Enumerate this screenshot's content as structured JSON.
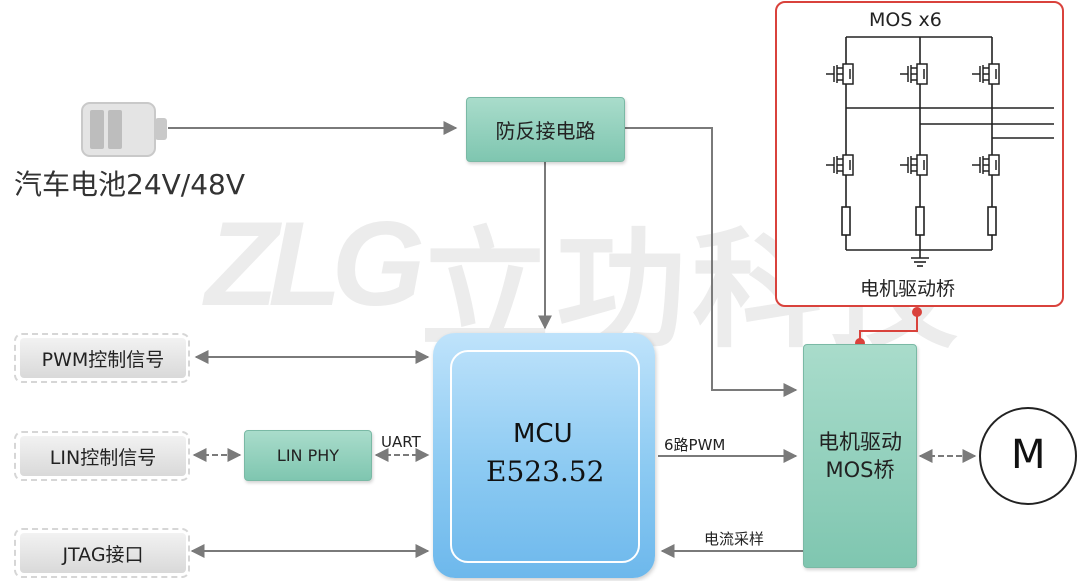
{
  "battery": {
    "label": "汽车电池24V/48V",
    "icon": "battery-icon"
  },
  "reverse_protection": {
    "label": "防反接电路"
  },
  "mcu": {
    "title": "MCU",
    "model": "E523.52"
  },
  "inputs": {
    "pwm": "PWM控制信号",
    "lin": "LIN控制信号",
    "jtag": "JTAG接口"
  },
  "lin_phy": {
    "label": "LIN PHY"
  },
  "signals": {
    "uart": "UART",
    "pwm6": "6路PWM",
    "current": "电流采样"
  },
  "driver": {
    "line1": "电机驱动",
    "line2": "MOS桥"
  },
  "bridge": {
    "title": "MOS x6",
    "caption": "电机驱动桥"
  },
  "motor": {
    "label": "M"
  },
  "watermark": {
    "logo": "ZLG",
    "text": "立功科技"
  },
  "colors": {
    "teal": "#8fd0bb",
    "mcu_blue": "#8ccaf2",
    "bridge_border": "#d9423c",
    "wire": "#7a7a7a"
  }
}
